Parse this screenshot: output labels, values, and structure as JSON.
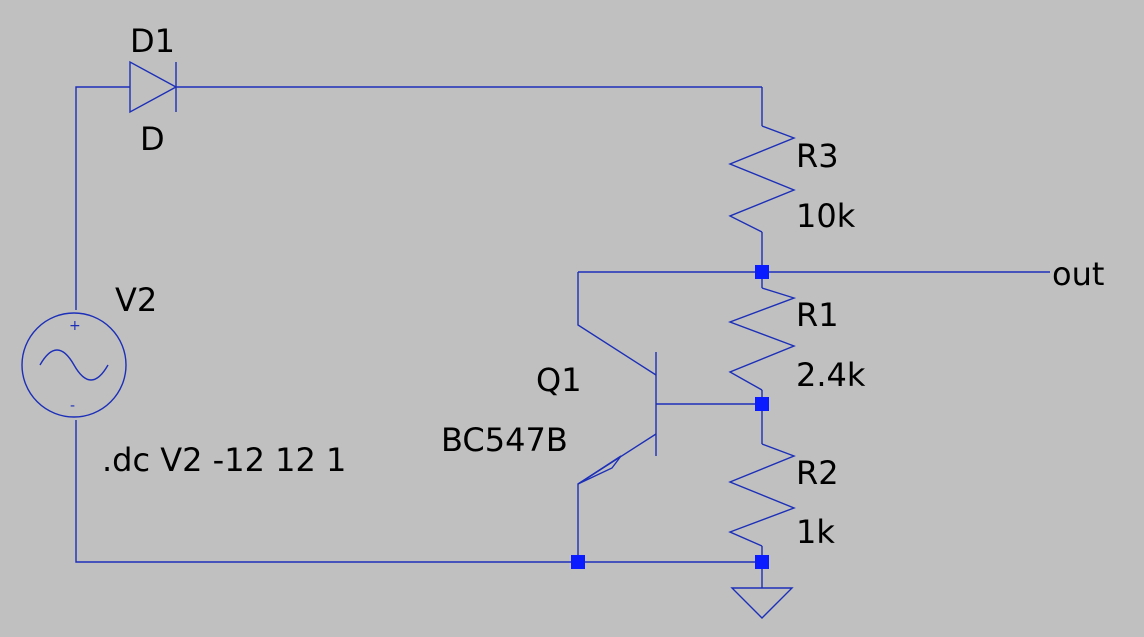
{
  "components": {
    "d1": {
      "name": "D1",
      "value": "D"
    },
    "r3": {
      "name": "R3",
      "value": "10k"
    },
    "r1": {
      "name": "R1",
      "value": "2.4k"
    },
    "r2": {
      "name": "R2",
      "value": "1k"
    },
    "q1": {
      "name": "Q1",
      "value": "BC547B"
    },
    "v2": {
      "name": "V2",
      "plus": "+",
      "minus": "-"
    }
  },
  "net_labels": {
    "out": "out"
  },
  "directive": ".dc V2 -12 12 1",
  "colors": {
    "background": "#c0c0c0",
    "wire": "#1c2fb8",
    "junction": "#0a1cff"
  }
}
